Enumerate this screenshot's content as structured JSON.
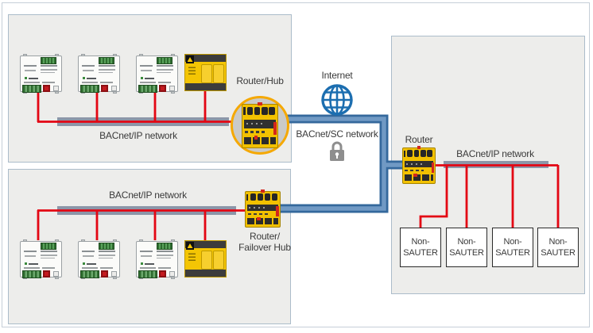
{
  "labels": {
    "internet": "Internet",
    "sc_network": "BACnet/SC network",
    "router_hub": "Router/Hub",
    "failover_line1": "Router/",
    "failover_line2": "Failover Hub",
    "router": "Router"
  },
  "networks": {
    "top": {
      "label": "BACnet/IP network"
    },
    "bottom": {
      "label": "BACnet/IP network"
    },
    "right": {
      "label": "BACnet/IP network",
      "nodes": [
        {
          "line1": "Non-",
          "line2": "SAUTER"
        },
        {
          "line1": "Non-",
          "line2": "SAUTER"
        },
        {
          "line1": "Non-",
          "line2": "SAUTER"
        },
        {
          "line1": "Non-",
          "line2": "SAUTER"
        }
      ]
    }
  },
  "icons": {
    "globe": "internet-globe-icon",
    "lock": "security-padlock-icon"
  },
  "colors": {
    "sauter_red": "#e30613",
    "bus_gray": "#8c96a8",
    "pipe_blue_dark": "#34689c",
    "pipe_blue_light": "#7099c4",
    "accent_yellow": "#f5a800",
    "globe_blue": "#1c6eb0",
    "lock_gray": "#8e8e8e",
    "zone_fill": "#ededeb",
    "device_yellow": "#f4c504"
  }
}
